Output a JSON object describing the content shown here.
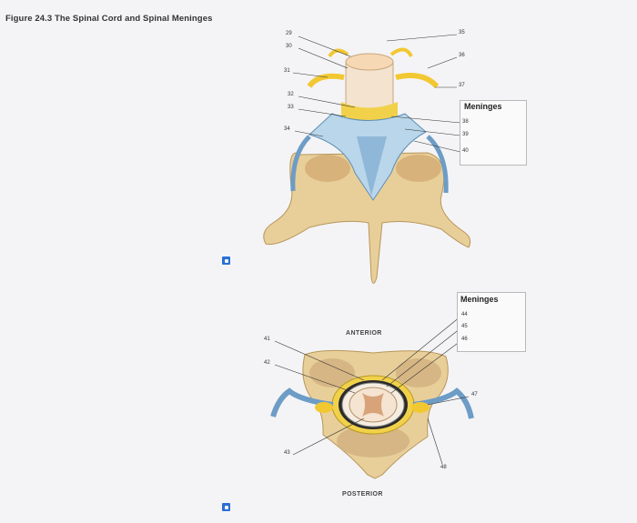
{
  "figure_title": "Figure 24.3 The Spinal Cord and Spinal Meninges",
  "panel_a_icon": "checkbox-icon",
  "panel_b_icon": "checkbox-icon",
  "top_labels": {
    "l29": "29",
    "l30": "30",
    "l31": "31",
    "l32": "32",
    "l33": "33",
    "l34": "34",
    "l35": "35",
    "l36": "36",
    "l37": "37",
    "l38": "38",
    "l39": "39",
    "l40": "40"
  },
  "bottom_labels": {
    "l41": "41",
    "l42": "42",
    "l43": "43",
    "l44": "44",
    "l45": "45",
    "l46": "46",
    "l47": "47",
    "l48": "48"
  },
  "meninges_box_top": "Meninges",
  "meninges_box_bottom": "Meninges",
  "anterior_label": "ANTERIOR",
  "posterior_label": "POSTERIOR"
}
